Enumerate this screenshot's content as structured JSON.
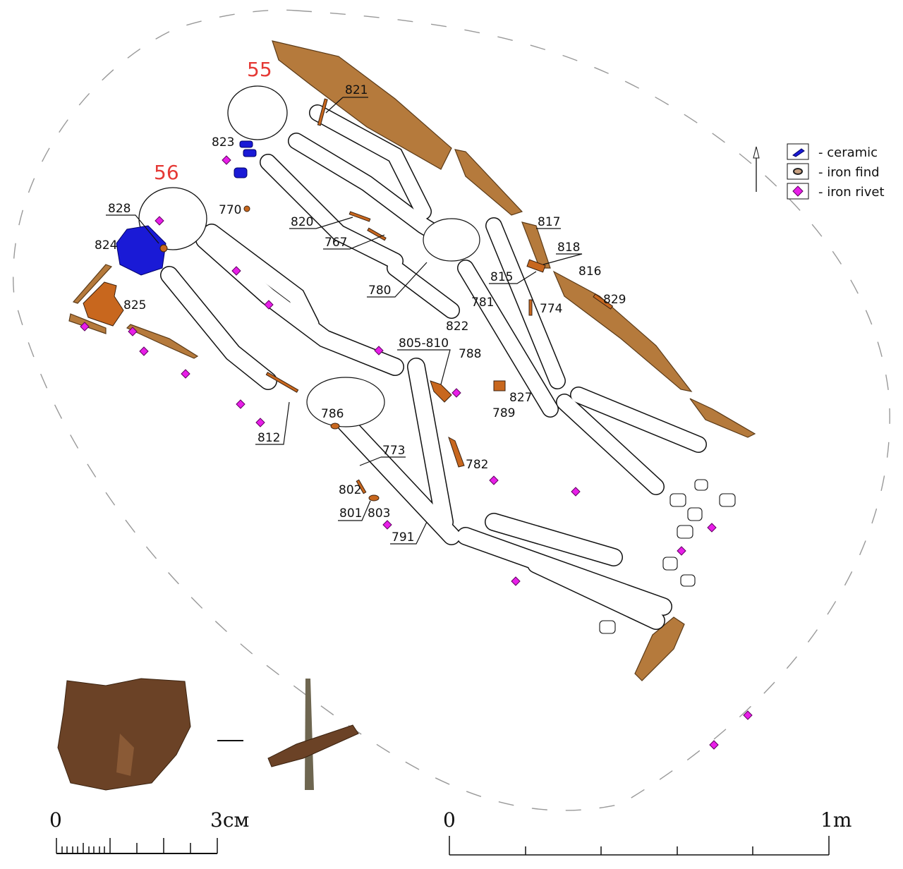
{
  "graves": {
    "g55": "55",
    "g56": "56"
  },
  "legend": {
    "ceramic": "- ceramic",
    "iron_find": "- iron find",
    "iron_rivet": "- iron rivet"
  },
  "finds": {
    "f821": "821",
    "f823": "823",
    "f770": "770",
    "f828": "828",
    "f824": "824",
    "f825": "825",
    "f820": "820",
    "f767": "767",
    "f780": "780",
    "f781": "781",
    "f822": "822",
    "f817": "817",
    "f818": "818",
    "f816": "816",
    "f815": "815",
    "f774": "774",
    "f829": "829",
    "f805": "805-810",
    "f788": "788",
    "f827": "827",
    "f789": "789",
    "f786": "786",
    "f812": "812",
    "f773": "773",
    "f782": "782",
    "f802": "802",
    "f801": "801",
    "f803": "803",
    "f791": "791"
  },
  "scales": {
    "small_start": "0",
    "small_end": "3см",
    "large_start": "0",
    "large_end": "1m"
  },
  "colors": {
    "ceramic": "#1a1ad6",
    "iron": "#c8671e",
    "rivet": "#e81ee8",
    "plank": "#b57a3c",
    "grave_label": "#e53935"
  }
}
